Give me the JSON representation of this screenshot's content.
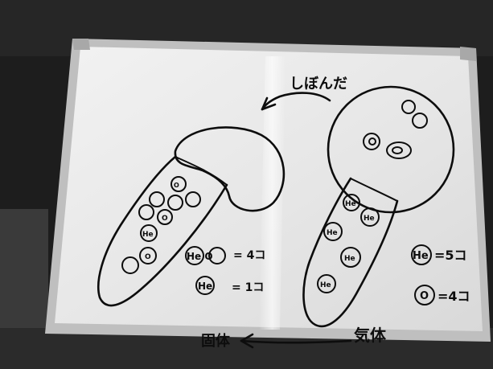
{
  "photo": {
    "top_label": "しぼんだ",
    "bottom_left_label": "固体",
    "bottom_right_label": "気体"
  },
  "legend": [
    {
      "left": "He O",
      "right": "= 4コ"
    },
    {
      "left": "He",
      "right": "= 1コ"
    }
  ],
  "counts": [
    {
      "left": "He",
      "right": "=5コ"
    },
    {
      "left": "O",
      "right": "=4コ"
    }
  ],
  "particles": {
    "he": "He",
    "o": "O"
  },
  "colors": {
    "background_dark": "#1f1f1f",
    "board": "#e9e9e9",
    "ink": "#0d0d0d"
  }
}
